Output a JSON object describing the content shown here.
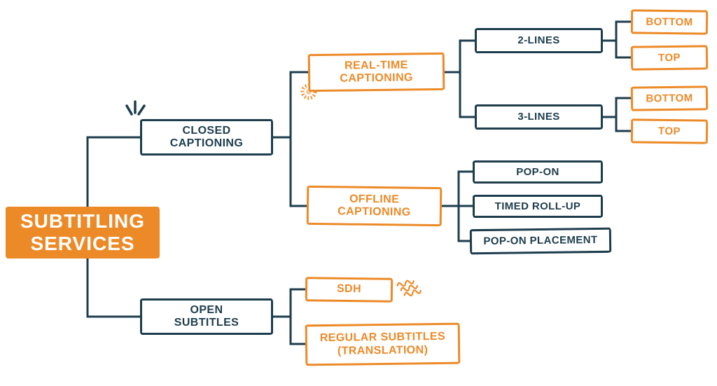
{
  "title": "Subtitling services diagram",
  "colors": {
    "orange": "#EC8A28",
    "navy": "#1D3D4D",
    "bg": "#FFFFFF"
  },
  "nodes": {
    "root": {
      "line1": "SUBTITLING",
      "line2": "SERVICES"
    },
    "closed_captioning": {
      "line1": "CLOSED",
      "line2": "CAPTIONING"
    },
    "open_subtitles": {
      "line1": "OPEN",
      "line2": "SUBTITLES"
    },
    "real_time_captioning": {
      "line1": "REAL-TIME",
      "line2": "CAPTIONING"
    },
    "offline_captioning": {
      "line1": "OFFLINE",
      "line2": "CAPTIONING"
    },
    "two_lines": {
      "label": "2-LINES"
    },
    "three_lines": {
      "label": "3-LINES"
    },
    "two_lines_bottom": {
      "label": "BOTTOM"
    },
    "two_lines_top": {
      "label": "TOP"
    },
    "three_lines_bottom": {
      "label": "BOTTOM"
    },
    "three_lines_top": {
      "label": "TOP"
    },
    "pop_on": {
      "label": "POP-ON"
    },
    "timed_roll_up": {
      "label": "TIMED ROLL-UP"
    },
    "pop_on_placement": {
      "label": "POP-ON PLACEMENT"
    },
    "sdh": {
      "label": "SDH"
    },
    "regular_subtitles": {
      "line1": "REGULAR SUBTITLES",
      "line2": "(TRANSLATION)"
    }
  },
  "structure": {
    "root": [
      "closed_captioning",
      "open_subtitles"
    ],
    "closed_captioning": [
      "real_time_captioning",
      "offline_captioning"
    ],
    "real_time_captioning": [
      "two_lines",
      "three_lines"
    ],
    "two_lines": [
      "two_lines_bottom",
      "two_lines_top"
    ],
    "three_lines": [
      "three_lines_bottom",
      "three_lines_top"
    ],
    "offline_captioning": [
      "pop_on",
      "timed_roll_up",
      "pop_on_placement"
    ],
    "open_subtitles": [
      "sdh",
      "regular_subtitles"
    ]
  },
  "decorations": [
    "sprout",
    "dotted-sun",
    "squiggles"
  ]
}
